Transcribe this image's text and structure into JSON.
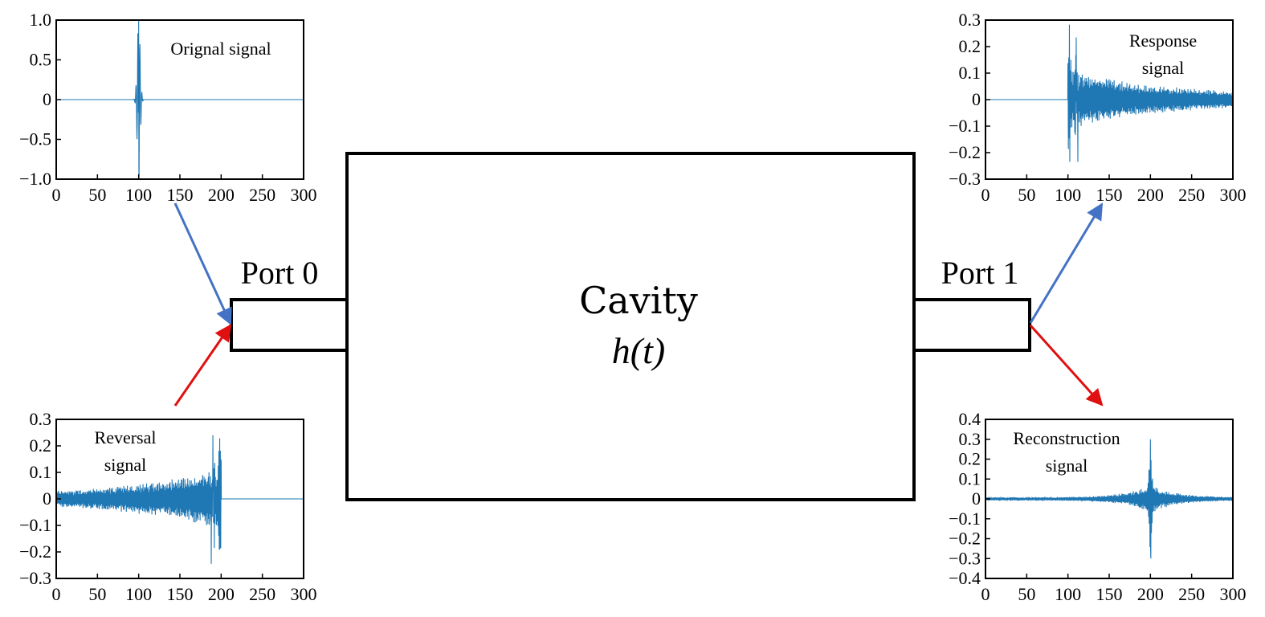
{
  "diagram": {
    "port0_label": "Port 0",
    "port1_label": "Port 1",
    "cavity_label": "Cavity",
    "cavity_func": "h(t)",
    "colors": {
      "blue_arrow": "#4472c4",
      "red_arrow": "#e01010",
      "signal": "#1f77b4",
      "outline": "#000000"
    }
  },
  "chart_data": [
    {
      "id": "original",
      "type": "line",
      "annotation": [
        "Orignal signal"
      ],
      "xlim": [
        0,
        300
      ],
      "ylim": [
        -1.0,
        1.0
      ],
      "xticks": [
        0,
        50,
        100,
        150,
        200,
        250,
        300
      ],
      "yticks": [
        -1.0,
        -0.5,
        0,
        0.5,
        1.0
      ],
      "ytick_labels": [
        "−1.0",
        "−0.5",
        "0",
        "0.5",
        "1.0"
      ],
      "signal": {
        "kind": "pulse",
        "center": 100,
        "peak": 1.0,
        "trough": -0.95,
        "width": 2.5
      }
    },
    {
      "id": "response",
      "type": "line",
      "annotation": [
        "Response",
        "signal"
      ],
      "xlim": [
        0,
        300
      ],
      "ylim": [
        -0.3,
        0.3
      ],
      "xticks": [
        0,
        50,
        100,
        150,
        200,
        250,
        300
      ],
      "yticks": [
        -0.3,
        -0.2,
        -0.1,
        0,
        0.1,
        0.2,
        0.3
      ],
      "ytick_labels": [
        "−0.3",
        "−0.2",
        "−0.1",
        "0",
        "0.1",
        "0.2",
        "0.3"
      ],
      "signal": {
        "kind": "decay",
        "start": 100,
        "end": 300,
        "peak_max": 0.235,
        "peak_min": -0.235
      }
    },
    {
      "id": "reversal",
      "type": "line",
      "annotation": [
        "Reversal",
        "signal"
      ],
      "xlim": [
        0,
        300
      ],
      "ylim": [
        -0.3,
        0.3
      ],
      "xticks": [
        0,
        50,
        100,
        150,
        200,
        250,
        300
      ],
      "yticks": [
        -0.3,
        -0.2,
        -0.1,
        0,
        0.1,
        0.2,
        0.3
      ],
      "ytick_labels": [
        "−0.3",
        "−0.2",
        "−0.1",
        "0",
        "0.1",
        "0.2",
        "0.3"
      ],
      "signal": {
        "kind": "growth",
        "start": 0,
        "end": 200,
        "peak_max": 0.24,
        "peak_min": -0.245
      }
    },
    {
      "id": "reconstruction",
      "type": "line",
      "annotation": [
        "Reconstruction",
        "signal"
      ],
      "xlim": [
        0,
        300
      ],
      "ylim": [
        -0.4,
        0.4
      ],
      "xticks": [
        0,
        50,
        100,
        150,
        200,
        250,
        300
      ],
      "yticks": [
        -0.4,
        -0.3,
        -0.2,
        -0.1,
        0,
        0.1,
        0.2,
        0.3,
        0.4
      ],
      "ytick_labels": [
        "−0.4",
        "−0.3",
        "−0.2",
        "−0.1",
        "0",
        "0.1",
        "0.2",
        "0.3",
        "0.4"
      ],
      "signal": {
        "kind": "focus",
        "center": 200,
        "peak_max": 0.3,
        "peak_min": -0.3
      }
    }
  ]
}
